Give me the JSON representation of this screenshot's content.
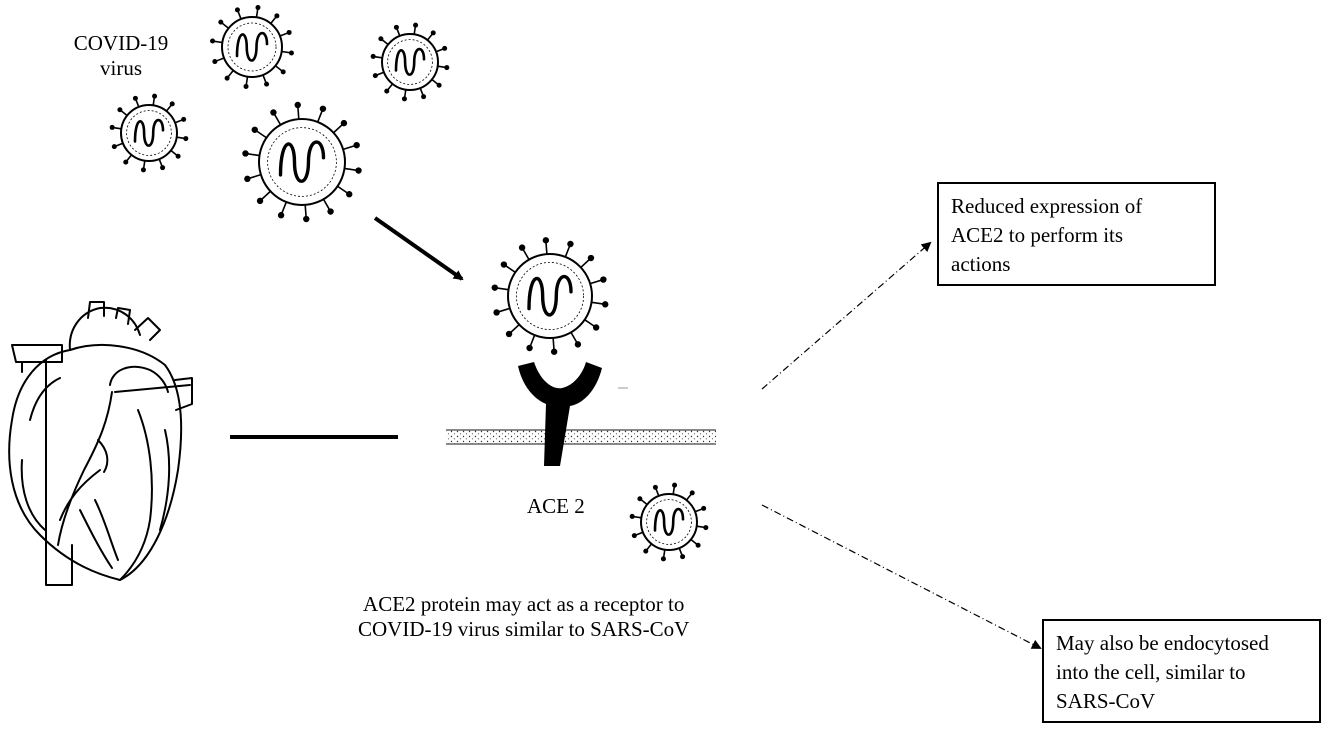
{
  "labels": {
    "virus_line1": "COVID-19",
    "virus_line2": "virus",
    "ace2": "ACE 2",
    "caption_line1": "ACE2 protein may act as a receptor to",
    "caption_line2": "COVID-19 virus similar to SARS-CoV"
  },
  "boxes": {
    "reduced": {
      "line1": "Reduced expression of",
      "line2": "ACE2 to perform its",
      "line3": "actions"
    },
    "endocytosed": {
      "line1": "May also be endocytosed",
      "line2": "into the cell, similar to",
      "line3": "SARS-CoV"
    }
  },
  "icons": [
    "heart-icon",
    "virus-icon",
    "ace2-receptor-icon",
    "cell-membrane"
  ],
  "colors": {
    "ink": "#000000",
    "background": "#ffffff"
  }
}
